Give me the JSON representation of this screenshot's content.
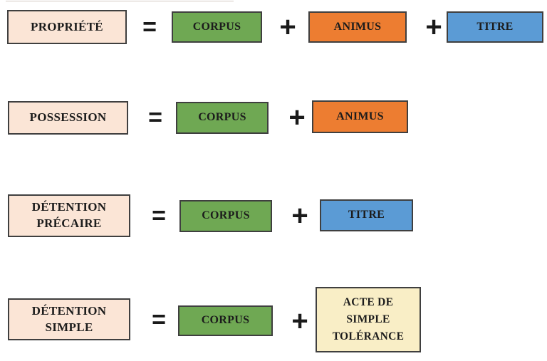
{
  "colors": {
    "peach": "#FBE5D6",
    "green": "#6FA853",
    "orange": "#ED7D31",
    "blue": "#5B9BD5",
    "cream": "#F9EEC6",
    "border": "#3F3F3F",
    "text": "#1C1C1C"
  },
  "operators": {
    "equals": "=",
    "plus": "+"
  },
  "rows": [
    {
      "label": "PROPRIÉTÉ",
      "terms": [
        {
          "text": "CORPUS",
          "color": "green"
        },
        {
          "text": "ANIMUS",
          "color": "orange"
        },
        {
          "text": "TITRE",
          "color": "blue"
        }
      ]
    },
    {
      "label": "POSSESSION",
      "terms": [
        {
          "text": "CORPUS",
          "color": "green"
        },
        {
          "text": "ANIMUS",
          "color": "orange"
        }
      ]
    },
    {
      "label": "DÉTENTION\nPRÉCAIRE",
      "terms": [
        {
          "text": "CORPUS",
          "color": "green"
        },
        {
          "text": "TITRE",
          "color": "blue"
        }
      ]
    },
    {
      "label": "DÉTENTION\nSIMPLE",
      "terms": [
        {
          "text": "CORPUS",
          "color": "green"
        },
        {
          "text": "ACTE DE\nSIMPLE\nTOLÉRANCE",
          "color": "cream"
        }
      ]
    }
  ]
}
